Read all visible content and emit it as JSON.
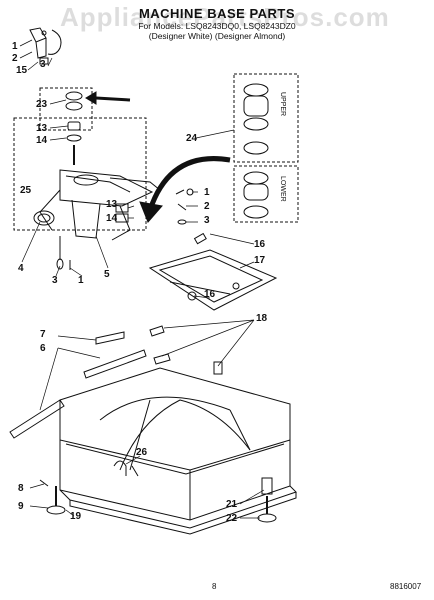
{
  "watermark": "AppliancePartsPros.com",
  "header": {
    "title": "MACHINE BASE PARTS",
    "line1": "For Models: LSQ8243DQ0, LSQ8243DZ0",
    "line2": "(Designer White)   (Designer Almond)"
  },
  "callouts": [
    {
      "id": "c1a",
      "text": "1"
    },
    {
      "id": "c2a",
      "text": "2"
    },
    {
      "id": "c15",
      "text": "15"
    },
    {
      "id": "c3a",
      "text": "3"
    },
    {
      "id": "c23",
      "text": "23"
    },
    {
      "id": "c13a",
      "text": "13"
    },
    {
      "id": "c14a",
      "text": "14"
    },
    {
      "id": "c24",
      "text": "24"
    },
    {
      "id": "c25",
      "text": "25"
    },
    {
      "id": "c1b",
      "text": "1"
    },
    {
      "id": "c2b",
      "text": "2"
    },
    {
      "id": "c13b",
      "text": "13"
    },
    {
      "id": "c14b",
      "text": "14"
    },
    {
      "id": "c3b",
      "text": "3"
    },
    {
      "id": "c4",
      "text": "4"
    },
    {
      "id": "c3c",
      "text": "3"
    },
    {
      "id": "c1c",
      "text": "1"
    },
    {
      "id": "c5",
      "text": "5"
    },
    {
      "id": "c16a",
      "text": "16"
    },
    {
      "id": "c17",
      "text": "17"
    },
    {
      "id": "c16b",
      "text": "16"
    },
    {
      "id": "c7",
      "text": "7"
    },
    {
      "id": "c18",
      "text": "18"
    },
    {
      "id": "c6",
      "text": "6"
    },
    {
      "id": "c26",
      "text": "26"
    },
    {
      "id": "c8",
      "text": "8"
    },
    {
      "id": "c9",
      "text": "9"
    },
    {
      "id": "c19",
      "text": "19"
    },
    {
      "id": "c21",
      "text": "21"
    },
    {
      "id": "c22",
      "text": "22"
    }
  ],
  "side_labels": {
    "upper": "UPPER",
    "lower": "LOWER"
  },
  "footer": {
    "page": "8",
    "code": "8816007"
  }
}
